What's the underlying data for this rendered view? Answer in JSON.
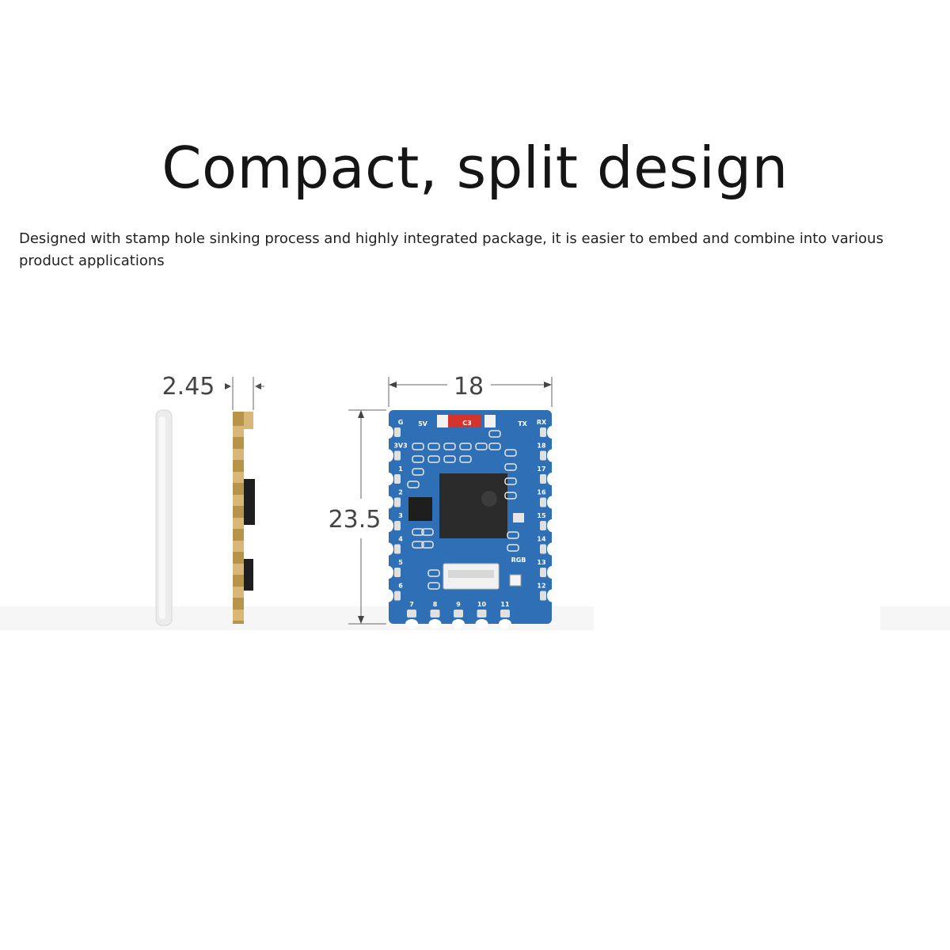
{
  "title": "Compact, split design",
  "description": "Designed with stamp hole sinking process and highly integrated package, it is easier to embed and combine into various product applications",
  "dimensions": {
    "thickness": "2.45",
    "width": "18",
    "height": "23.5"
  },
  "board": {
    "top_labels": [
      "5V",
      "C3",
      "TX"
    ],
    "left_pins": [
      "G",
      "3V3",
      "1",
      "2",
      "3",
      "4",
      "5",
      "6"
    ],
    "right_pins": [
      "RX",
      "18",
      "17",
      "16",
      "15",
      "14",
      "13",
      "12"
    ],
    "bottom_pins": [
      "7",
      "8",
      "9",
      "10",
      "11"
    ],
    "rgb_label": "RGB",
    "colors": {
      "pcb": "#2f6fb5",
      "pad": "#c9a24a",
      "chip": "#2b2b2b",
      "red_silk": "#d4342c",
      "edge_plate": "#e8e8e8"
    }
  }
}
